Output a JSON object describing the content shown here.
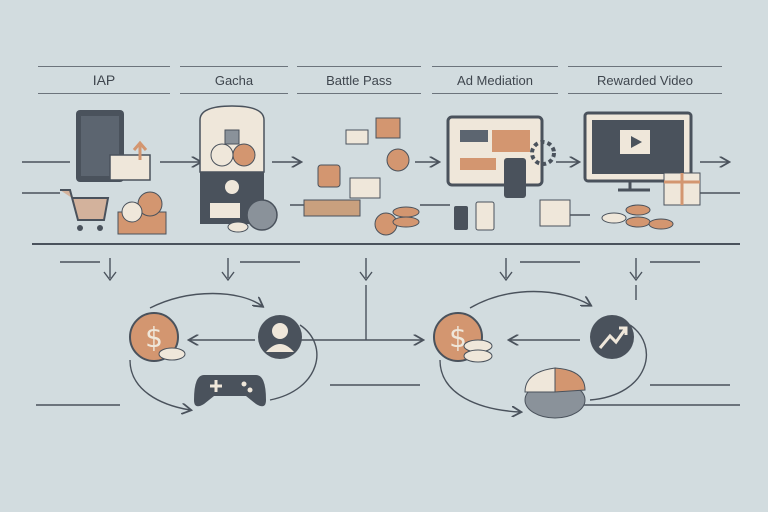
{
  "stages": [
    {
      "label": "IAP",
      "icon": "tablet-cart-icon"
    },
    {
      "label": "Gacha",
      "icon": "gacha-machine-icon"
    },
    {
      "label": "Battle Pass",
      "icon": "battle-pass-rewards-icon"
    },
    {
      "label": "Ad Mediation",
      "icon": "ad-monitor-gear-icon"
    },
    {
      "label": "Rewarded Video",
      "icon": "video-monitor-gift-icon"
    }
  ],
  "cycles": [
    {
      "nodes": [
        "dollar-coin-icon",
        "user-avatar-icon",
        "gamepad-icon"
      ]
    },
    {
      "nodes": [
        "dollar-coin-icon",
        "trend-up-icon",
        "pie-chart-icon"
      ]
    }
  ],
  "colors": {
    "background": "#d2dcdf",
    "ink": "#4a525c",
    "accent": "#d39670",
    "cream": "#efe7da"
  }
}
